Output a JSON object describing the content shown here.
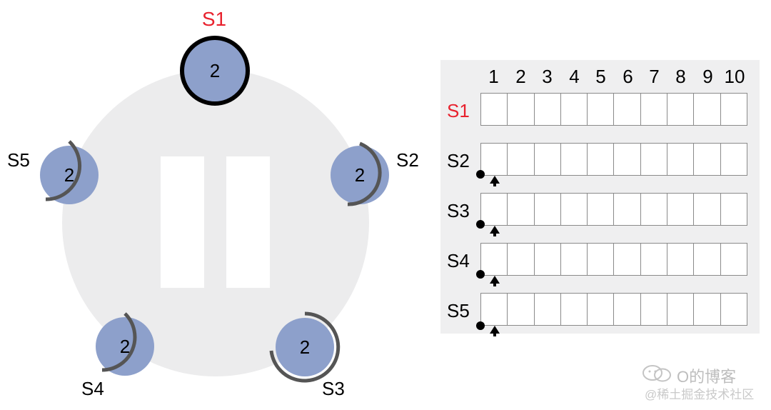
{
  "servers": [
    {
      "id": "S1",
      "term": "2",
      "role": "leader",
      "label_color": "#e8222e"
    },
    {
      "id": "S2",
      "term": "2",
      "role": "follower",
      "label_color": "#000000"
    },
    {
      "id": "S3",
      "term": "2",
      "role": "follower",
      "label_color": "#000000"
    },
    {
      "id": "S4",
      "term": "2",
      "role": "follower",
      "label_color": "#000000"
    },
    {
      "id": "S5",
      "term": "2",
      "role": "follower",
      "label_color": "#000000"
    }
  ],
  "log_table": {
    "indices": [
      "1",
      "2",
      "3",
      "4",
      "5",
      "6",
      "7",
      "8",
      "9",
      "10"
    ],
    "rows": [
      {
        "server": "S1",
        "entries": [],
        "leader": true
      },
      {
        "server": "S2",
        "entries": [],
        "leader": false
      },
      {
        "server": "S3",
        "entries": [],
        "leader": false
      },
      {
        "server": "S4",
        "entries": [],
        "leader": false
      },
      {
        "server": "S5",
        "entries": [],
        "leader": false
      }
    ]
  },
  "controls": {
    "state": "paused",
    "icon": "pause-icon"
  },
  "watermark": {
    "line1": "O的博客",
    "line2": "@稀土掘金技术社区",
    "icon": "wechat-icon"
  },
  "colors": {
    "node_fill": "#8da0cb",
    "leader_label": "#e8222e",
    "cluster_bg": "#ececed",
    "panel_bg": "#efeff0",
    "timer_arc": "#555555"
  }
}
